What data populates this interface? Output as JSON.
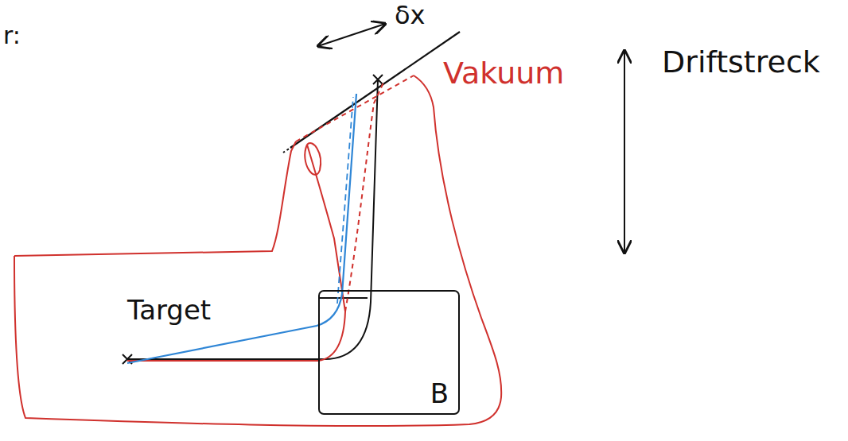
{
  "diagram": {
    "nodes": [
      {
        "text": [
          "Vakuum"
        ]
      },
      {
        "text": [
          "B"
        ],
        "in": 0
      }
    ],
    "labels": [
      "Target",
      "Driftstreck",
      "δx",
      "r:"
    ]
  }
}
